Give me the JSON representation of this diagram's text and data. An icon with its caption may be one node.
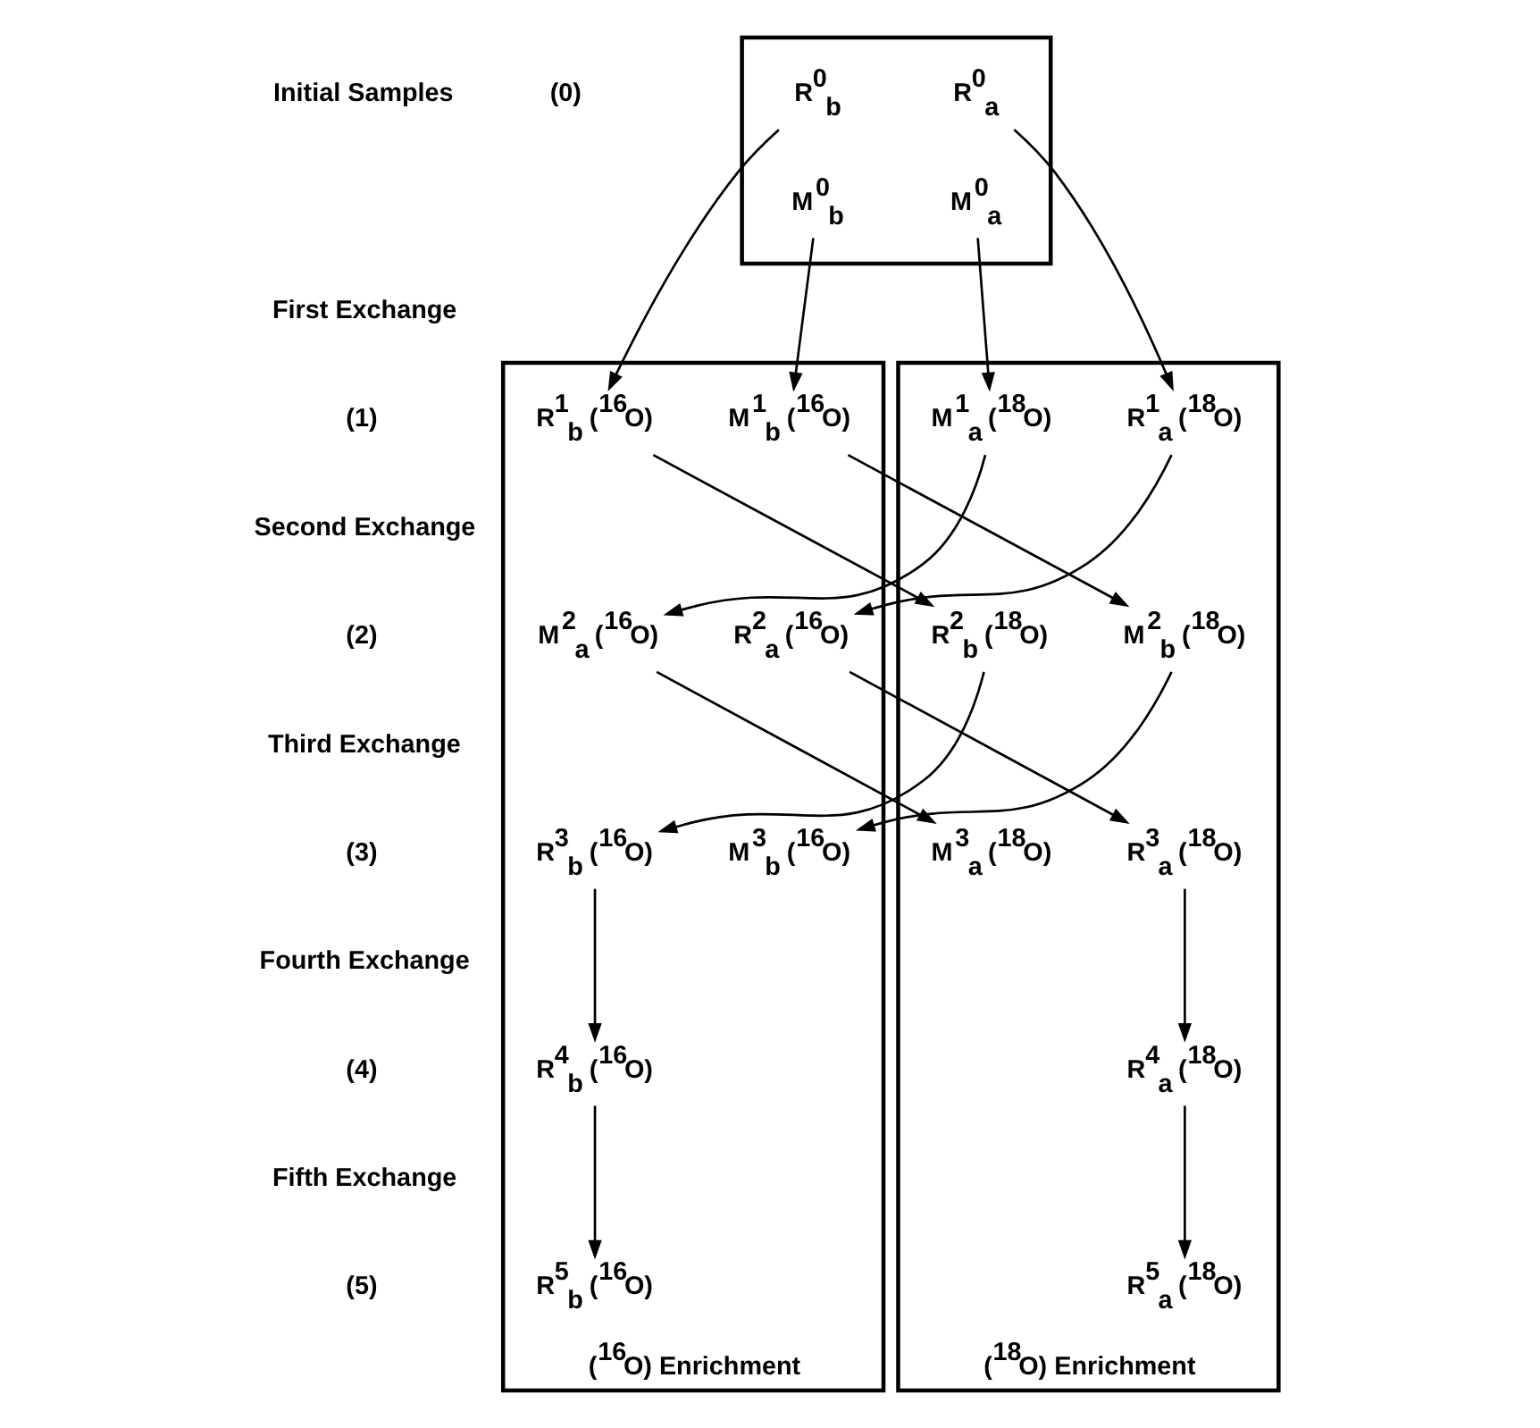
{
  "diagram": {
    "nodes": [
      {
        "text": [],
        "shape": "box"
      },
      {
        "text": [
          "R$^{0}$$_{b}$"
        ],
        "in": 0
      },
      {
        "text": [
          "R$^{0}$$_{a}$"
        ],
        "in": 0
      },
      {
        "text": [
          "M$^{0}$$_{b}$"
        ],
        "in": 0
      },
      {
        "text": [
          "M$^{0}$$_{a}$"
        ],
        "in": 0
      },
      {
        "text": [
          "($^{16}$O) Enrichment"
        ]
      },
      {
        "text": [
          "M$^{1}$$_{b}$ ($^{16}$O)"
        ],
        "in": 5
      },
      {
        "text": [
          "R$^{1}$$_{b}$ ($^{16}$O)"
        ],
        "in": 5
      },
      {
        "text": [
          "M$^{2}$$_{a}$ ($^{16}$O)"
        ],
        "in": 5
      },
      {
        "text": [
          "R$^{2}$$_{a}$ ($^{16}$O)"
        ],
        "in": 5
      },
      {
        "text": [
          "M$^{3}$$_{b}$ ($^{16}$O)"
        ],
        "in": 5
      },
      {
        "text": [
          "R$^{3}$$_{b}$ ($^{16}$O)"
        ],
        "in": 5
      },
      {
        "text": [
          "R$^{4}$$_{b}$ ($^{16}$O)"
        ],
        "in": 5
      },
      {
        "text": [
          "R$^{5}$$_{b}$ ($^{16}$O)"
        ],
        "in": 5
      },
      {
        "text": [
          "($^{18}$O) Enrichment"
        ]
      },
      {
        "text": [
          "M$^{1}$$_{a}$ ($^{18}$O)"
        ],
        "in": 14
      },
      {
        "text": [
          "R$^{1}$$_{a}$ ($^{18}$O)"
        ],
        "in": 14
      },
      {
        "text": [
          "M$^{2}$$_{b}$ ($^{18}$O)"
        ],
        "in": 14
      },
      {
        "text": [
          "R$^{2}$$_{b}$ ($^{18}$O)"
        ],
        "in": 14
      },
      {
        "text": [
          "M$^{3}$$_{a}$ ($^{18}$O)"
        ],
        "in": 14
      },
      {
        "text": [
          "R$^{3}$$_{a}$ ($^{18}$O)"
        ],
        "in": 14
      },
      {
        "text": [
          "R$^{4}$$_{a}$ ($^{18}$O)"
        ],
        "in": 14
      },
      {
        "text": [
          "R$^{5}$$_{a}$ ($^{18}$O)"
        ],
        "in": 14
      }
    ],
    "edges": [
      {
        "from": 3,
        "to": 6,
        "arrow": "to"
      },
      {
        "from": 1,
        "to": 7,
        "arrow": "to"
      },
      {
        "from": 4,
        "to": 15,
        "arrow": "to"
      },
      {
        "from": 2,
        "to": 16,
        "arrow": "to"
      },
      {
        "from": 6,
        "to": 17,
        "arrow": "to"
      },
      {
        "from": 7,
        "to": 18,
        "arrow": "to"
      },
      {
        "from": 15,
        "to": 8,
        "arrow": "to"
      },
      {
        "from": 16,
        "to": 9,
        "arrow": "to"
      },
      {
        "from": 8,
        "to": 19,
        "arrow": "to"
      },
      {
        "from": 9,
        "to": 20,
        "arrow": "to"
      },
      {
        "from": 17,
        "to": 10,
        "arrow": "to"
      },
      {
        "from": 18,
        "to": 11,
        "arrow": "to"
      },
      {
        "from": 11,
        "to": 12,
        "arrow": "to"
      },
      {
        "from": 20,
        "to": 21,
        "arrow": "to"
      },
      {
        "from": 12,
        "to": 13,
        "arrow": "to"
      },
      {
        "from": 21,
        "to": 22,
        "arrow": "to"
      }
    ],
    "labels": [
      "Initial Samples",
      "(0)",
      "First Exchange",
      "(1)",
      "Second Exchange",
      "(2)",
      "Third Exchange",
      "(3)",
      "Fourth Exchange",
      "(4)",
      "Fifth Exchange",
      "(5)"
    ]
  }
}
